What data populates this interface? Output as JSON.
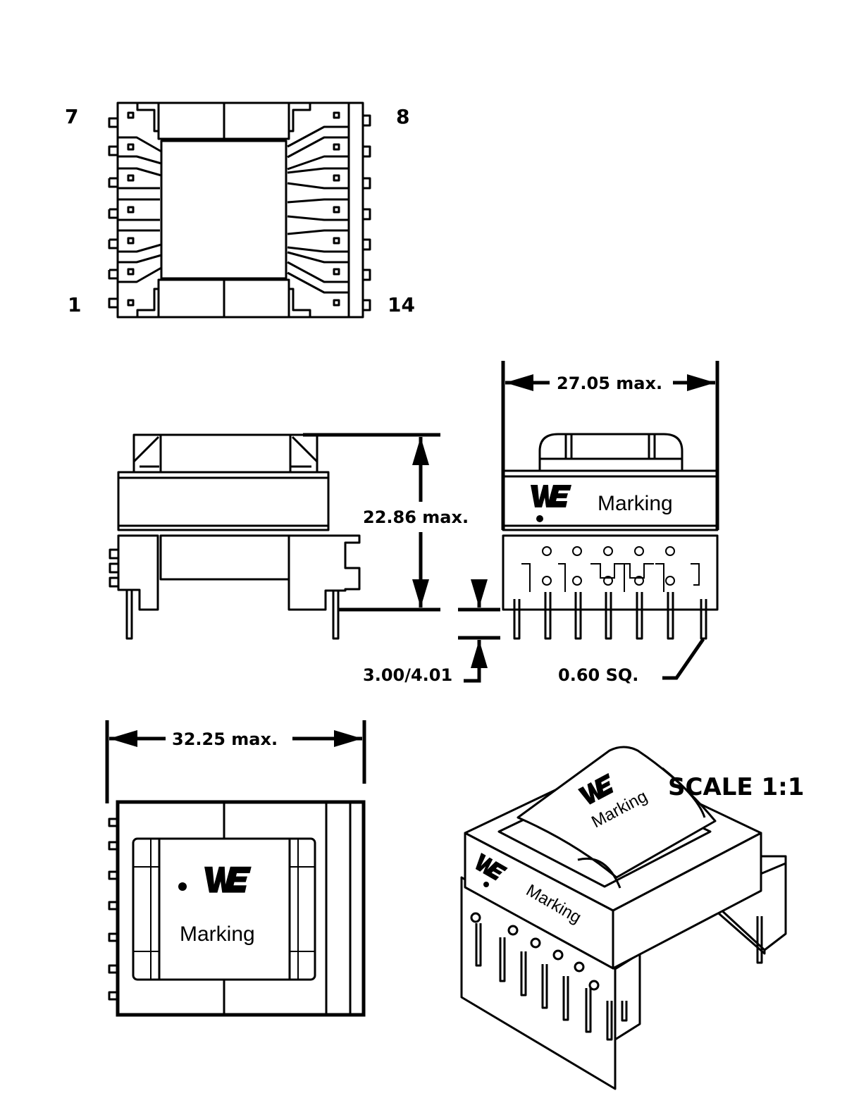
{
  "title": "Transformer mechanical drawing",
  "top_view": {
    "pin_labels": {
      "top_left": "7",
      "top_right": "8",
      "bottom_left": "1",
      "bottom_right": "14"
    }
  },
  "side_view": {
    "height_dim": "22.86  max."
  },
  "front_view": {
    "width_dim": "27.05  max.",
    "marking": "Marking",
    "logo": "WE",
    "pin_length_dim": "3.00/4.01",
    "pin_size_dim": "0.60  SQ."
  },
  "bottom_view": {
    "length_dim": "32.25  max.",
    "marking": "Marking",
    "logo": "WE"
  },
  "iso_view": {
    "marking": "Marking",
    "marking_top": "Marking",
    "logo": "WE"
  },
  "scale": "SCALE  1:1"
}
